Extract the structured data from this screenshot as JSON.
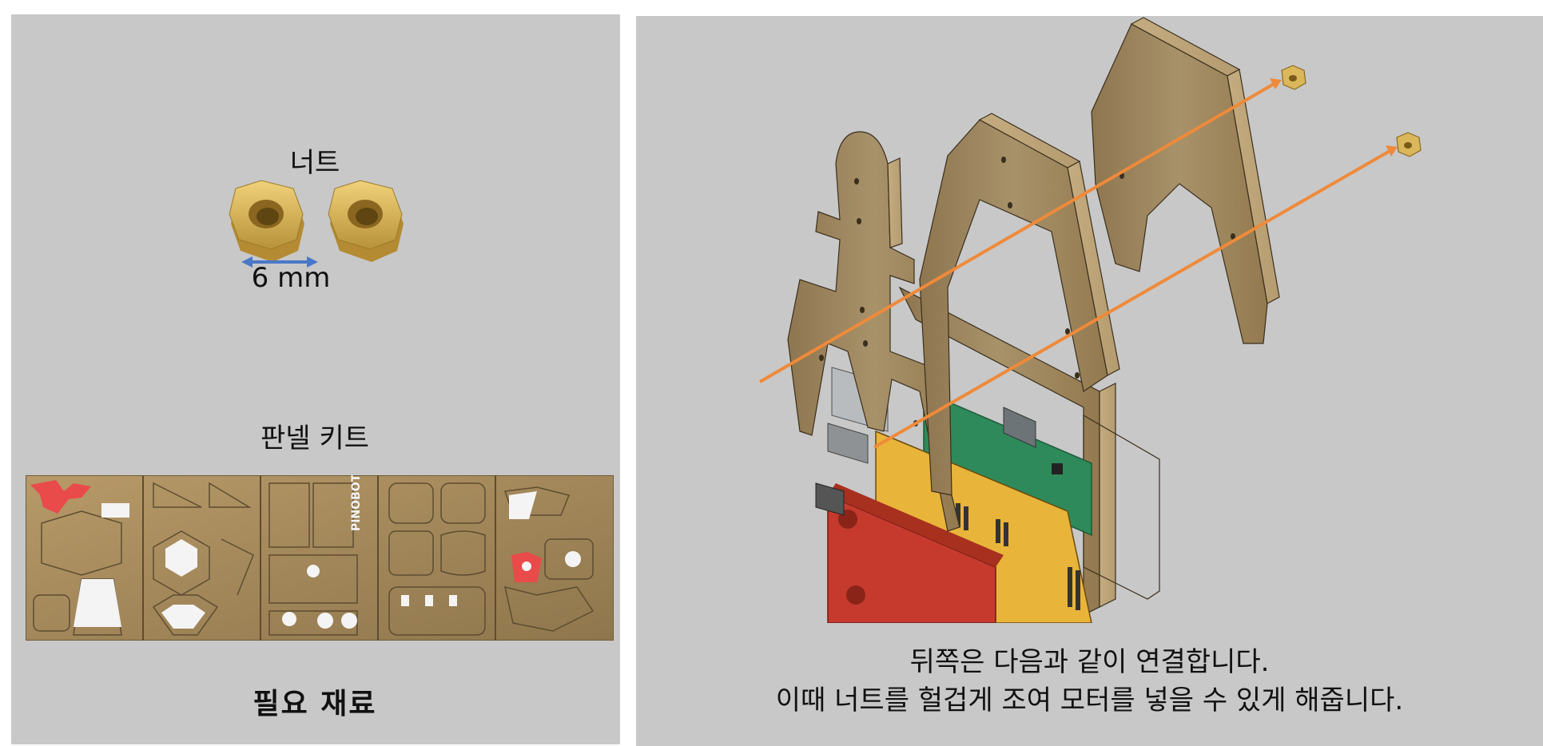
{
  "materials": {
    "nut_label": "너트",
    "nut_size_label": "6 mm",
    "kit_label": "판넬 키트",
    "panel_brand_text": "PINOBOT",
    "section_title": "필요 재료"
  },
  "assembly": {
    "caption_line1": "뒤쪽은 다음과 같이 연결합니다.",
    "caption_line2": "이때 너트를 헐겁게 조여 모터를 넣을 수 있게 해줍니다."
  },
  "colors": {
    "panel_bg": "#c8c8c8",
    "wood": "#a8926a",
    "brass": "#d9b75a",
    "arrow_orange": "#ef8a3a",
    "dimension_blue": "#4a78c8",
    "highlight_red": "#e94a4a",
    "board_red": "#c63a2e",
    "board_yellow": "#e8b43a",
    "board_green": "#2e8a5a"
  }
}
